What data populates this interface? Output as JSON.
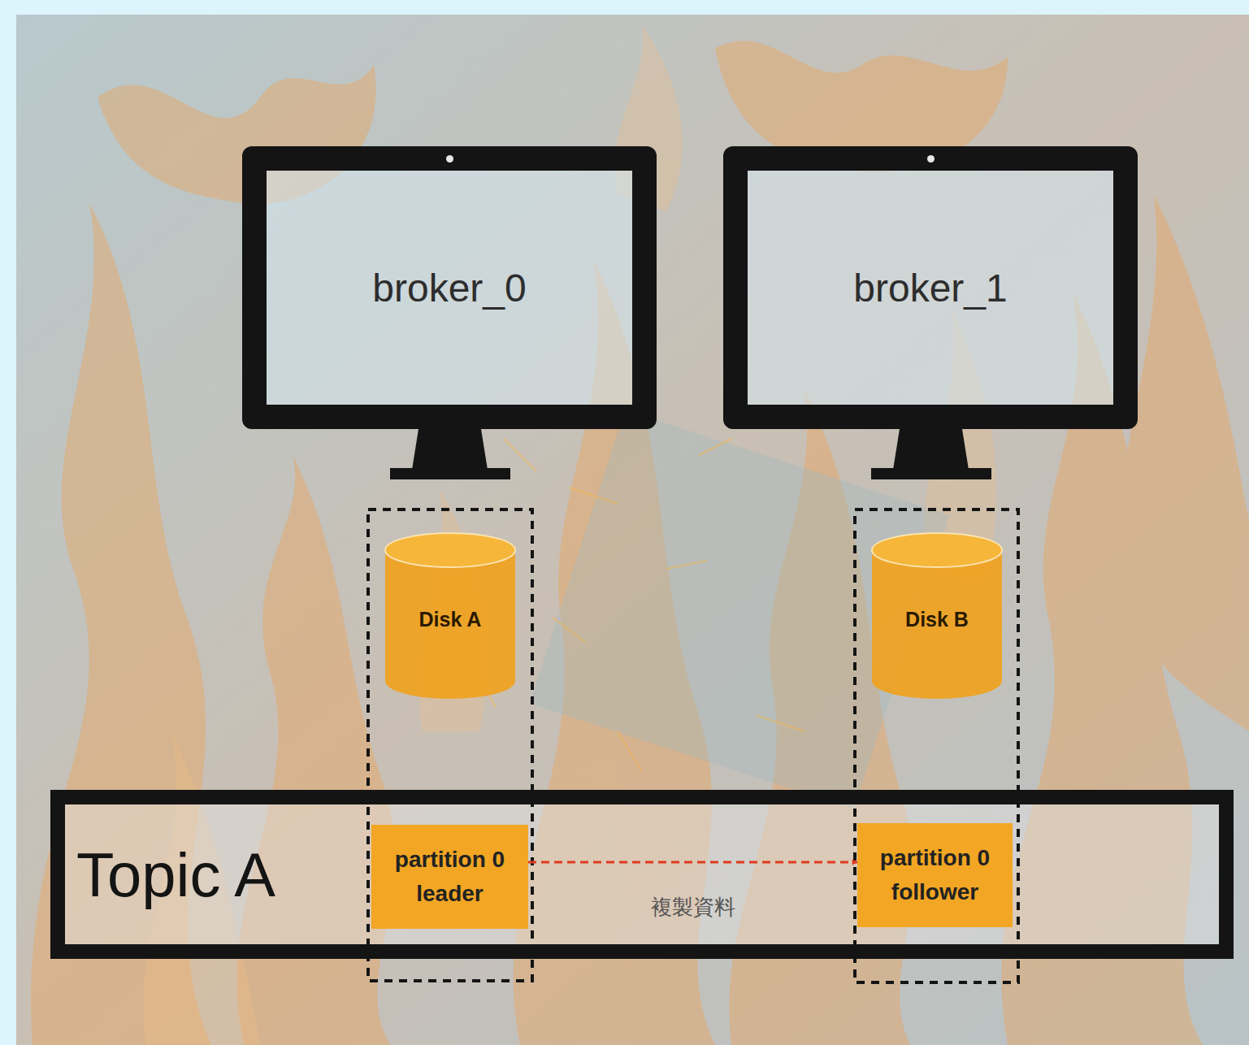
{
  "diagram": {
    "nodes": [
      {
        "text": [
          "broker_0"
        ]
      },
      {
        "text": [
          "broker_1"
        ]
      },
      {
        "text": [
          "Disk A"
        ]
      },
      {
        "text": [
          "Disk B"
        ]
      },
      {
        "text": [
          "Topic A"
        ]
      },
      {
        "text": [
          "partition 0 leader"
        ],
        "in": 4
      },
      {
        "text": [
          "partition 0 follower"
        ],
        "in": 4
      }
    ],
    "edges": [
      {
        "from": 5,
        "to": 6,
        "arrow": "to",
        "label": "複製資料"
      }
    ]
  }
}
